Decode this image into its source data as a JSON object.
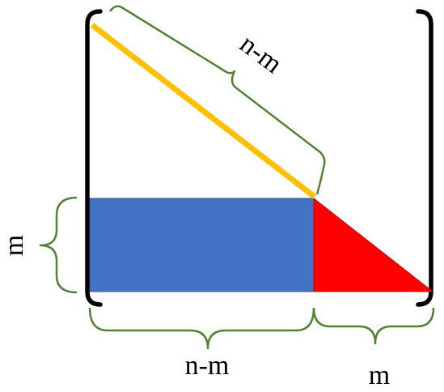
{
  "labels": {
    "diagonal_length": "n-m",
    "bottom_left_length": "n-m",
    "bottom_right_length": "m",
    "left_height": "m"
  },
  "colors": {
    "bracket": "#000000",
    "brace": "#548235",
    "diagonal_line": "#FFC000",
    "rectangle": "#4472C4",
    "triangle": "#FF0000",
    "label_text": "#000000"
  }
}
